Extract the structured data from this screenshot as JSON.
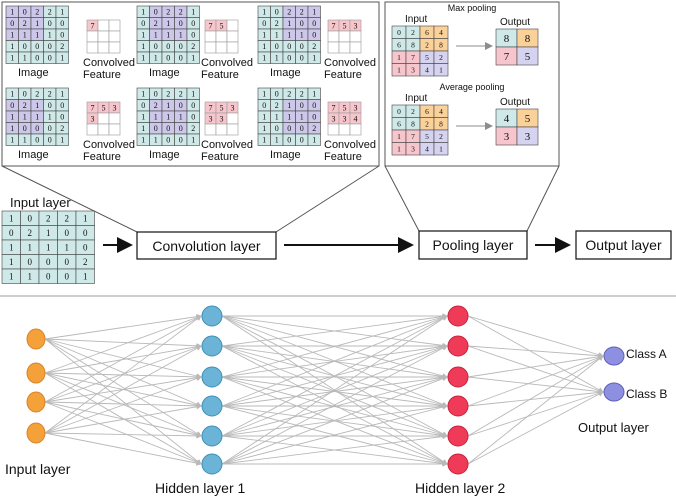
{
  "cnn": {
    "conv_panel": {
      "image_label": "Image",
      "feature_label_line1": "Convolved",
      "feature_label_line2": "Feature",
      "image_matrix": [
        [
          1,
          0,
          2,
          2,
          1
        ],
        [
          0,
          2,
          1,
          0,
          0
        ],
        [
          1,
          1,
          1,
          1,
          0
        ],
        [
          1,
          0,
          0,
          0,
          2
        ],
        [
          1,
          1,
          0,
          0,
          1
        ]
      ],
      "steps": [
        {
          "image": "Image",
          "feature_values": [
            "7"
          ]
        },
        {
          "image": "Image",
          "feature_values": [
            "7",
            "5"
          ]
        },
        {
          "image": "Image",
          "feature_values": [
            "7",
            "5",
            "3"
          ]
        },
        {
          "image": "Image",
          "feature_values": [
            "7",
            "5",
            "3",
            "3"
          ]
        },
        {
          "image": "Image",
          "feature_values": [
            "7",
            "5",
            "3",
            "3",
            "3"
          ]
        },
        {
          "image": "Image",
          "feature_values": [
            "7",
            "5",
            "3",
            "3",
            "3",
            "4"
          ]
        }
      ]
    },
    "pooling_panel": {
      "max_title": "Max pooling",
      "avg_title": "Average pooling",
      "input_label": "Input",
      "output_label": "Output",
      "input_matrix": [
        [
          0,
          2,
          6,
          4
        ],
        [
          6,
          8,
          2,
          8
        ],
        [
          1,
          7,
          5,
          2
        ],
        [
          1,
          3,
          4,
          1
        ]
      ],
      "max_output": [
        [
          8,
          8
        ],
        [
          7,
          5
        ]
      ],
      "avg_output": [
        [
          4,
          5
        ],
        [
          3,
          3
        ]
      ]
    },
    "input_layer_label": "Input layer",
    "input_matrix": [
      [
        1,
        0,
        2,
        2,
        1
      ],
      [
        0,
        2,
        1,
        0,
        0
      ],
      [
        1,
        1,
        1,
        1,
        0
      ],
      [
        1,
        0,
        0,
        0,
        2
      ],
      [
        1,
        1,
        0,
        0,
        1
      ]
    ],
    "conv_layer_label": "Convolution layer",
    "pooling_layer_label": "Pooling layer",
    "output_layer_label": "Output layer"
  },
  "nn": {
    "input_layer_label": "Input layer",
    "hidden1_label": "Hidden layer 1",
    "hidden2_label": "Hidden layer 2",
    "output_layer_label": "Output layer",
    "class_a": "Class A",
    "class_b": "Class B",
    "layer_sizes": [
      4,
      6,
      6,
      2
    ]
  },
  "colors": {
    "cell_teal": "#cfe9e9",
    "cell_purple": "#cdc8ea",
    "cell_pink": "#f7c6cc",
    "cell_orange": "#fbd19a",
    "cell_lavender": "#d5d3ef",
    "node_orange": "#f5a13a",
    "node_blue": "#6bb4d8",
    "node_red": "#ef3b57",
    "node_purple": "#8d8fe0",
    "edge_gray": "#b9b9b9"
  }
}
